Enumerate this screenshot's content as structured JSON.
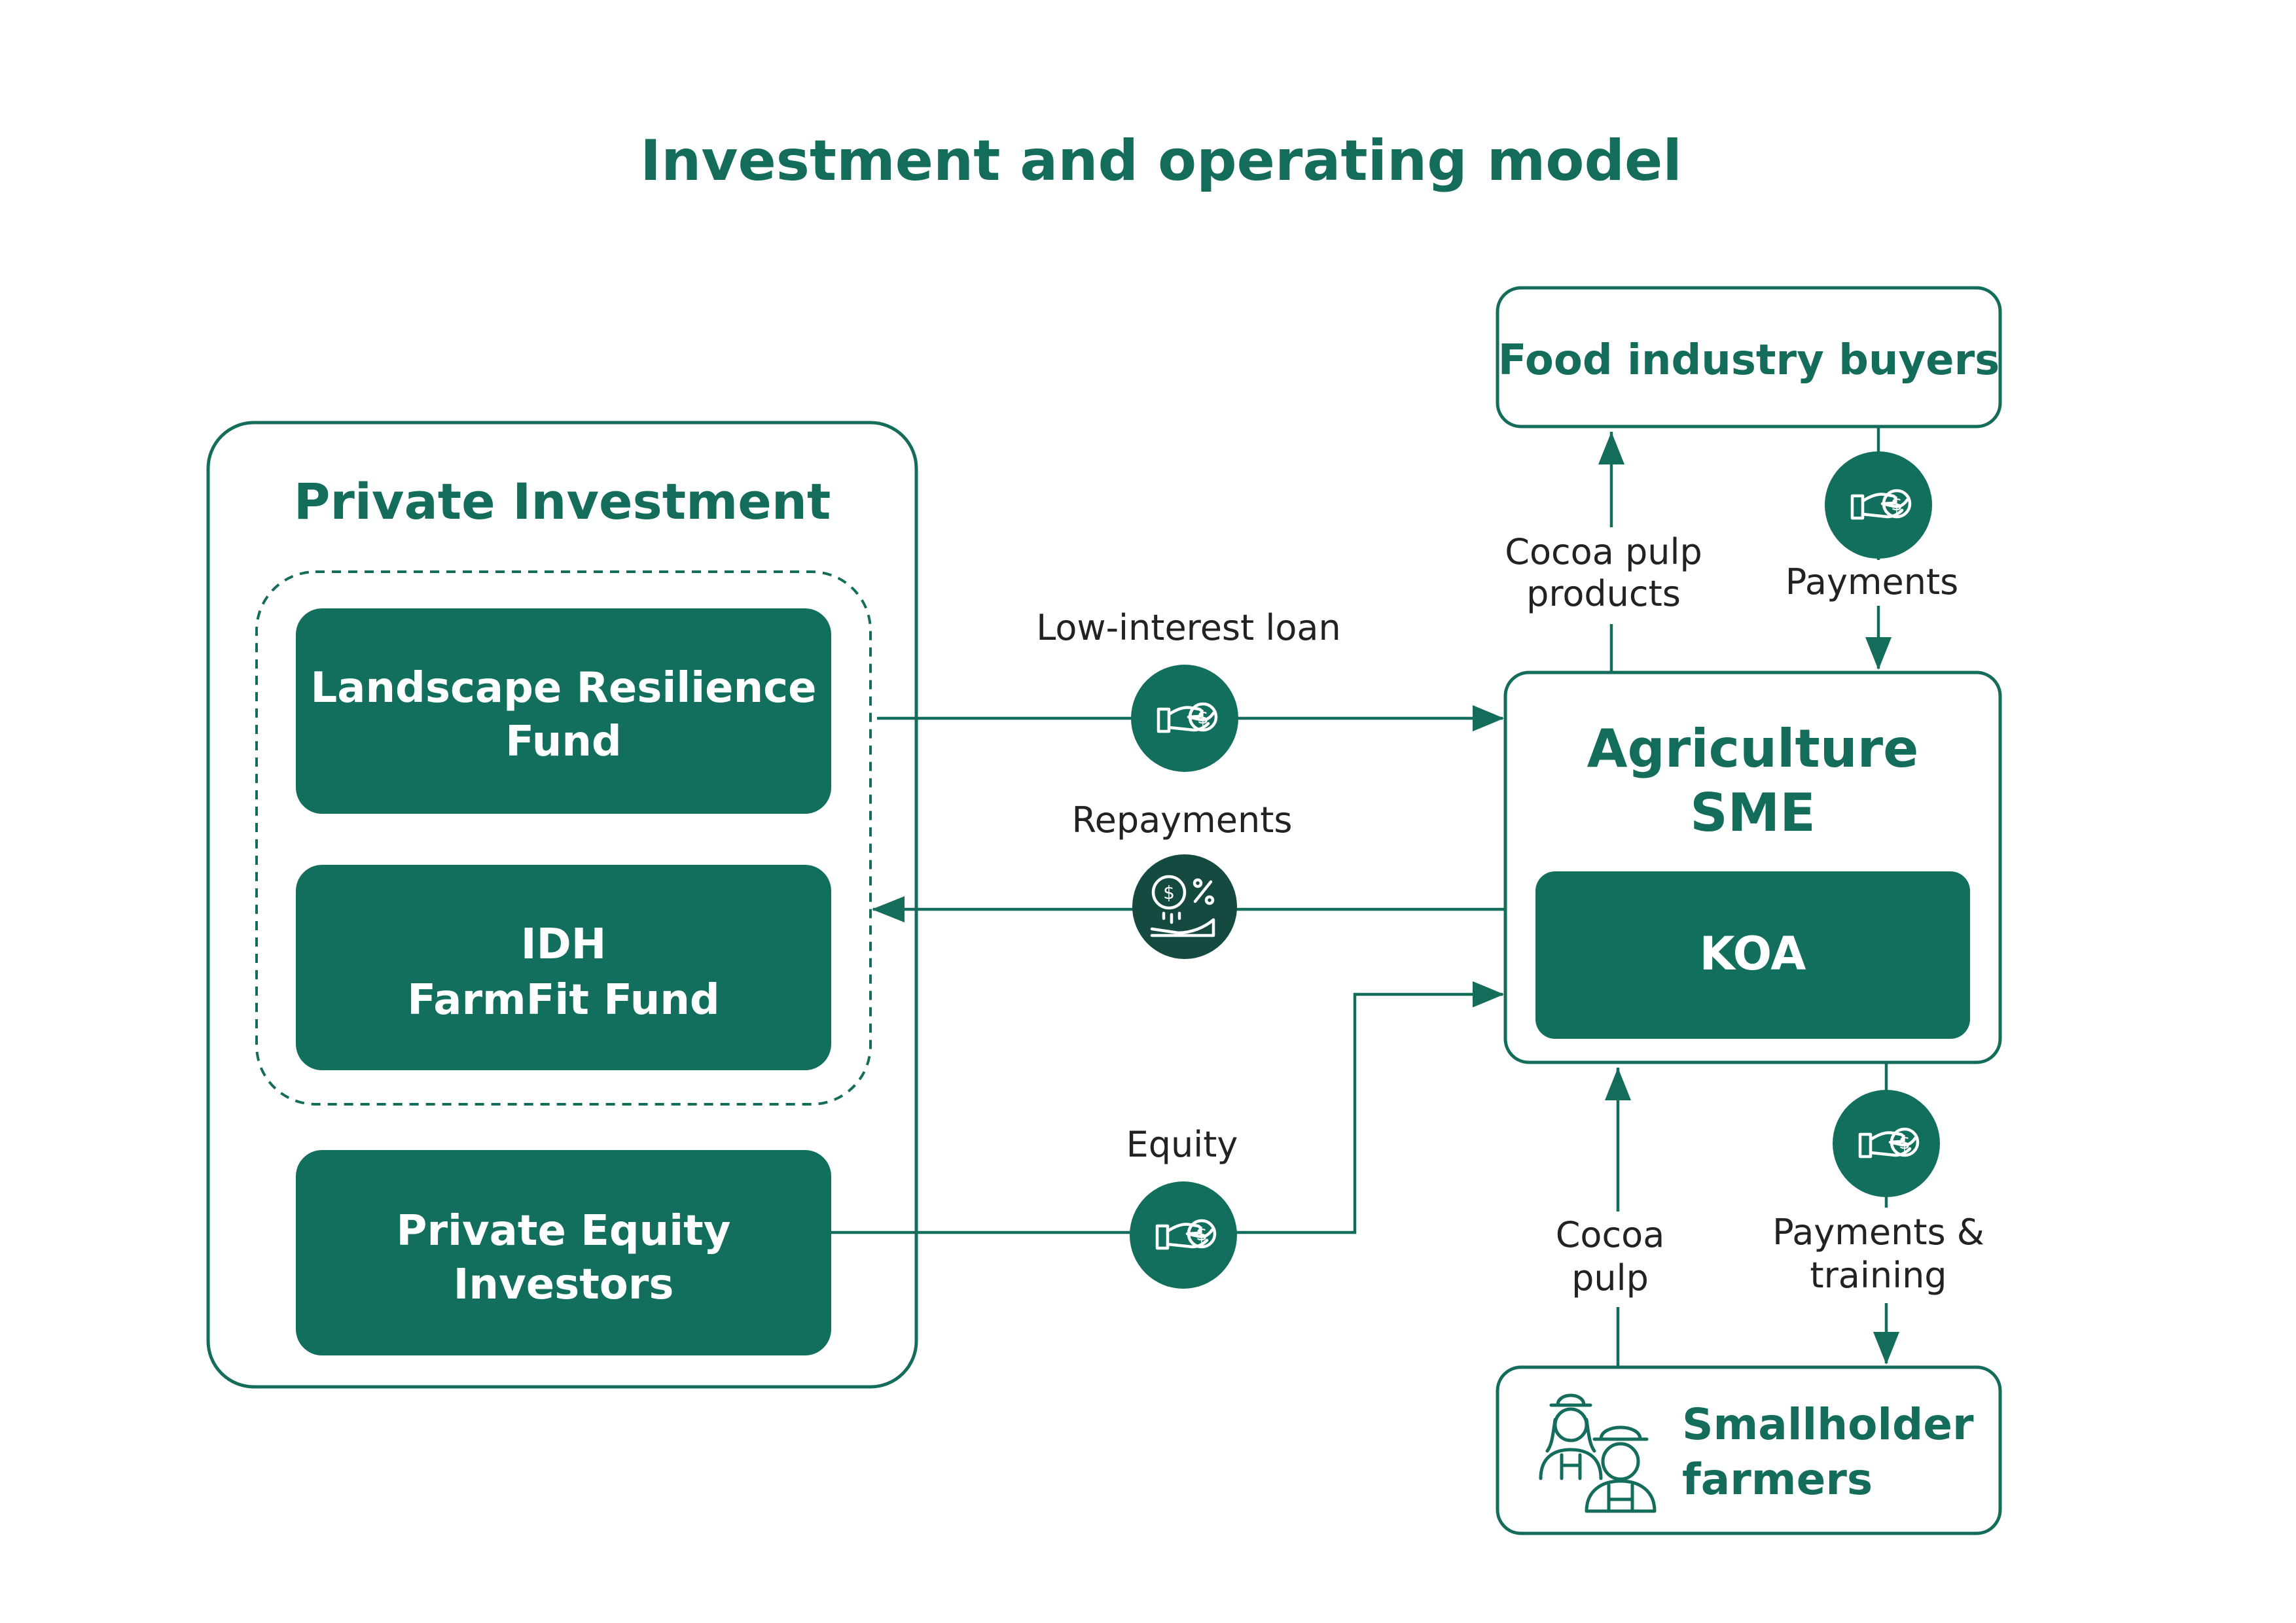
{
  "title": "Investment and operating model",
  "colors": {
    "primary": "#146c5a",
    "fill": "#136f5d",
    "dark": "#144a40",
    "label": "#222222",
    "white": "#ffffff"
  },
  "private_investment": {
    "heading": "Private Investment",
    "funds": [
      [
        "Landscape Resilience",
        "Fund"
      ],
      [
        "IDH",
        "FarmFit Fund"
      ],
      [
        "Private Equity",
        "Investors"
      ]
    ]
  },
  "agriculture_sme": {
    "heading": [
      "Agriculture",
      "SME"
    ],
    "inner": "KOA"
  },
  "food_buyers": "Food industry buyers",
  "smallholders": [
    "Smallholder",
    "farmers"
  ],
  "flows": {
    "low_interest_loan": "Low-interest loan",
    "repayments": "Repayments",
    "equity": "Equity",
    "cocoa_pulp_products": [
      "Cocoa pulp",
      "products"
    ],
    "payments": "Payments",
    "cocoa_pulp": [
      "Cocoa",
      "pulp"
    ],
    "payments_training": [
      "Payments &",
      "training"
    ]
  },
  "icons": {
    "loan": "hand-coin-icon",
    "repayments": "hand-percent-coins-icon",
    "equity": "hand-coin-icon",
    "payments": "hand-coin-icon",
    "payments_training": "hand-coin-icon",
    "farmers": "farmers-icon"
  }
}
